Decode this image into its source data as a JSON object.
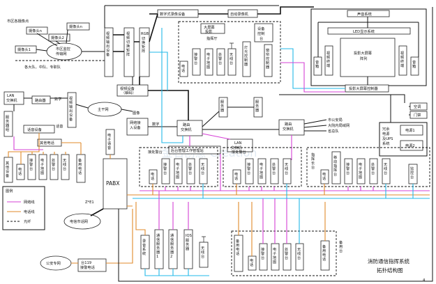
{
  "title_line1": "消防通信指挥系统",
  "title_line2": "拓扑结构图",
  "page_number": "4",
  "watermark": "金石创意 Creation",
  "left_top": {
    "site_label": "市区各摄像点",
    "cam_n": "摄像头n",
    "cam_dots": "· · · · · ·",
    "cam_2": "摄像头2",
    "cam_1": "摄像头1",
    "cam_dots2": "· · ·",
    "monitor_net": "市区监控传输网",
    "units": "各大队、中队、专职队"
  },
  "video_chain": {
    "video_out": "视频输出设备",
    "video_matrix": "视频切换矩阵",
    "rgb_matrix": "RGB切换矩阵",
    "decoder": "视频设备（解码）",
    "digital_video": "数字式录像设备",
    "auto_recorder": "自动录像机",
    "equip_ctrl": "设备控制台",
    "large_proj": "大屏幕投影",
    "command_hall": "指挥厅",
    "phone": "电话",
    "reception": "接警台",
    "map": "电子地图",
    "dispatch": "处警台",
    "radio": "无线台",
    "light_ctrl": "灯光控制器",
    "screen_ctrl": "窗帘控制器"
  },
  "right_top": {
    "sound": "声音系统",
    "led": "LED显示系统",
    "speaker": "音箱",
    "projector_array": "投影大屏幕阵列",
    "video_term": "视频",
    "big_screen_ctrl": "投影大屏幕控制器",
    "ac": "空调",
    "door": "门禁",
    "ups": "冗余电源及UPS系统",
    "power1": "电源1",
    "power2": "电源2"
  },
  "mid": {
    "lan_switch": "LAN交换机",
    "server_grp": "服务器组",
    "router": "路由器",
    "digital": "数字",
    "video_bcast": "视频输出设备",
    "image": "图像",
    "backbone": "主干网",
    "net_access": "网络接入设备",
    "digital2": "数字",
    "router_sw": "路由交换机",
    "server1": "服务器",
    "server2": "服务器",
    "router_sw2": "路由交换机",
    "city_police": "市公安局",
    "city_net": "大院内局域网",
    "province": "省总队",
    "mgmt_ws": "后台管理工作管理站",
    "lan_sw2": "LAN交换机",
    "voice_dev": "话音设备",
    "voice": "话音",
    "other_phone": "其他电话",
    "elec_voice": "电子语音",
    "voice_label": "语音",
    "ext_reserve": "备用电话",
    "other_dev": "其他设备"
  },
  "pabx": {
    "pabx": "PABX",
    "z_e1": "Z*E1",
    "telecom": "电信市话网",
    "police_net": "公安专网",
    "alarm119": "台119接警电话"
  },
  "bottom_desks": {
    "desk_title1": "接处警台",
    "desk_title2": "接处警台",
    "cmd_long": "指挥长台",
    "reserve": "备用",
    "alarm_phone": "报警电话",
    "service1": "通信服务器1",
    "service2": "通信服务器2",
    "iqs": "IQS服务器",
    "radio": "无线台",
    "spare": "备用电话"
  },
  "legend": {
    "title": "图例",
    "net": "网络线",
    "phone": "电话线",
    "fiber": "光纤"
  },
  "colors": {
    "network": "#d640d6",
    "phone": "#e08a2a",
    "fiber": "#111111",
    "cyan": "#22b8e8"
  }
}
